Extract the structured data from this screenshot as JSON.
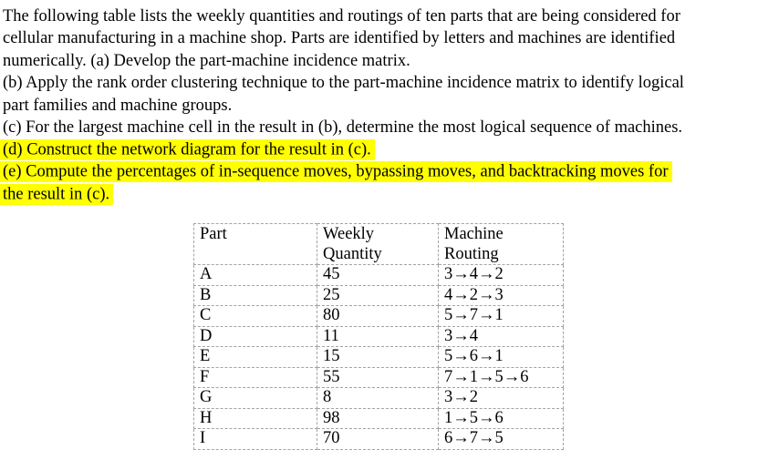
{
  "page": {
    "background_color": "#ffffff",
    "text_color": "#000000",
    "highlight_color": "#ffff00"
  },
  "document": {
    "lines": [
      {
        "text": "The following table lists the weekly quantities and routings of ten parts that are being considered for",
        "highlight": false
      },
      {
        "text": "cellular manufacturing in a machine shop. Parts are identified by letters and machines are identified",
        "highlight": false
      },
      {
        "text": "numerically. (a) Develop the part-machine incidence matrix.",
        "highlight": false
      },
      {
        "text": "(b) Apply the rank order clustering technique to the part-machine incidence matrix to identify logical",
        "highlight": false
      },
      {
        "text": "part families and machine groups.",
        "highlight": false
      },
      {
        "text": "(c) For the largest machine cell in the result in (b), determine the most logical sequence of machines.",
        "highlight": false
      },
      {
        "text": "(d) Construct the network diagram for the result in (c).",
        "highlight": true
      },
      {
        "text": "(e) Compute the percentages of in-sequence moves, bypassing moves, and backtracking moves for",
        "highlight": true
      },
      {
        "text": "the result in (c).",
        "highlight": true
      }
    ]
  },
  "table": {
    "headers": [
      {
        "line1": "Part",
        "line2": ""
      },
      {
        "line1": "Weekly",
        "line2": "Quantity"
      },
      {
        "line1": "Machine",
        "line2": "Routing"
      }
    ],
    "column_keys": [
      "part",
      "weekly_quantity",
      "machine_routing"
    ],
    "rows": [
      {
        "part": "A",
        "weekly_quantity": "45",
        "machine_routing": "3→4→2"
      },
      {
        "part": "B",
        "weekly_quantity": "25",
        "machine_routing": "4→2→3"
      },
      {
        "part": "C",
        "weekly_quantity": "80",
        "machine_routing": "5→7→1"
      },
      {
        "part": "D",
        "weekly_quantity": "11",
        "machine_routing": "3→4"
      },
      {
        "part": "E",
        "weekly_quantity": "15",
        "machine_routing": "5→6→1"
      },
      {
        "part": "F",
        "weekly_quantity": "55",
        "machine_routing": "7→1→5→6"
      },
      {
        "part": "G",
        "weekly_quantity": "8",
        "machine_routing": "3→2"
      },
      {
        "part": "H",
        "weekly_quantity": "98",
        "machine_routing": "1→5→6"
      },
      {
        "part": "I",
        "weekly_quantity": "70",
        "machine_routing": "6→7→5"
      }
    ]
  }
}
